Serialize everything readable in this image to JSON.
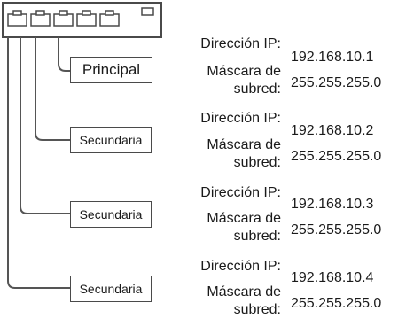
{
  "devices": [
    {
      "role": "Principal",
      "ip_label": "Dirección IP:",
      "ip_value": "192.168.10.1",
      "mask_label_line1": "Máscara de",
      "mask_label_line2": "subred:",
      "mask_value": "255.255.255.0"
    },
    {
      "role": "Secundaria",
      "ip_label": "Dirección IP:",
      "ip_value": "192.168.10.2",
      "mask_label_line1": "Máscara de",
      "mask_label_line2": "subred:",
      "mask_value": "255.255.255.0"
    },
    {
      "role": "Secundaria",
      "ip_label": "Dirección IP:",
      "ip_value": "192.168.10.3",
      "mask_label_line1": "Máscara de",
      "mask_label_line2": "subred:",
      "mask_value": "255.255.255.0"
    },
    {
      "role": "Secundaria",
      "ip_label": "Dirección IP:",
      "ip_value": "192.168.10.4",
      "mask_label_line1": "Máscara de",
      "mask_label_line2": "subred:",
      "mask_value": "255.255.255.0"
    }
  ]
}
